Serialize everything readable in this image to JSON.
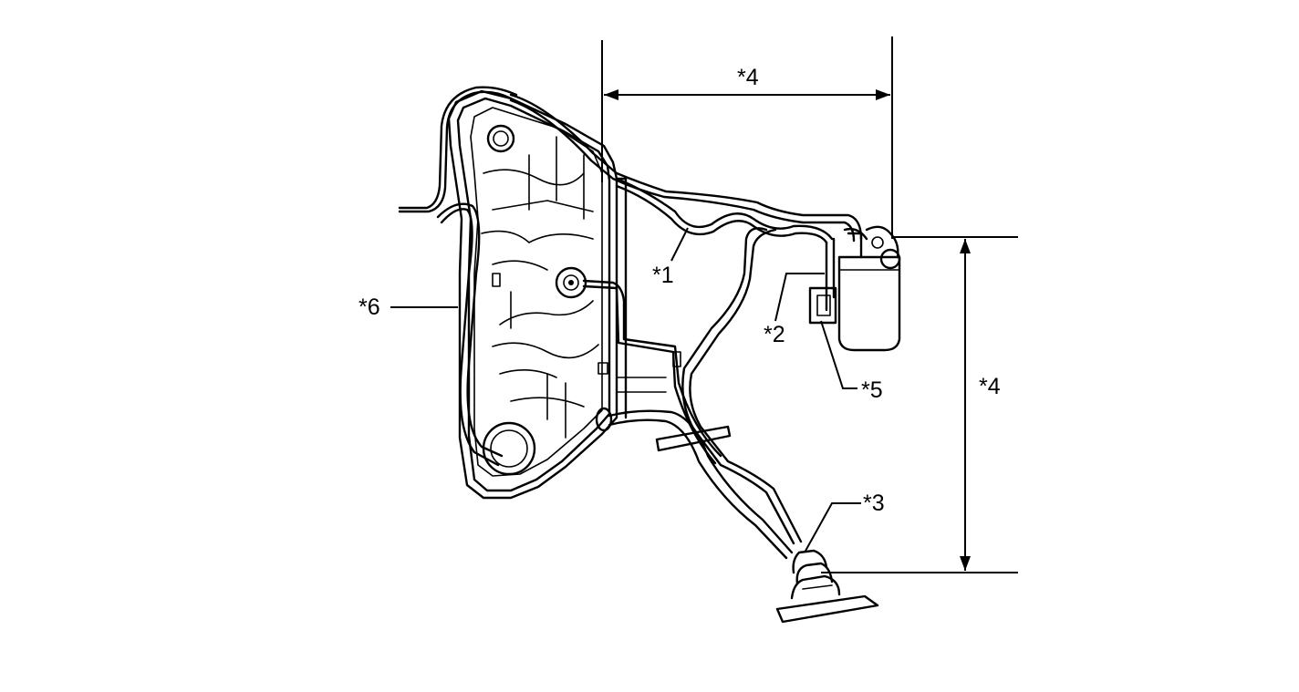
{
  "callouts": {
    "c1": "*1",
    "c2": "*2",
    "c3": "*3",
    "c4_horizontal": "*4",
    "c4_vertical": "*4",
    "c5": "*5",
    "c6": "*6"
  },
  "colors": {
    "line": "#000000",
    "background": "#ffffff"
  }
}
